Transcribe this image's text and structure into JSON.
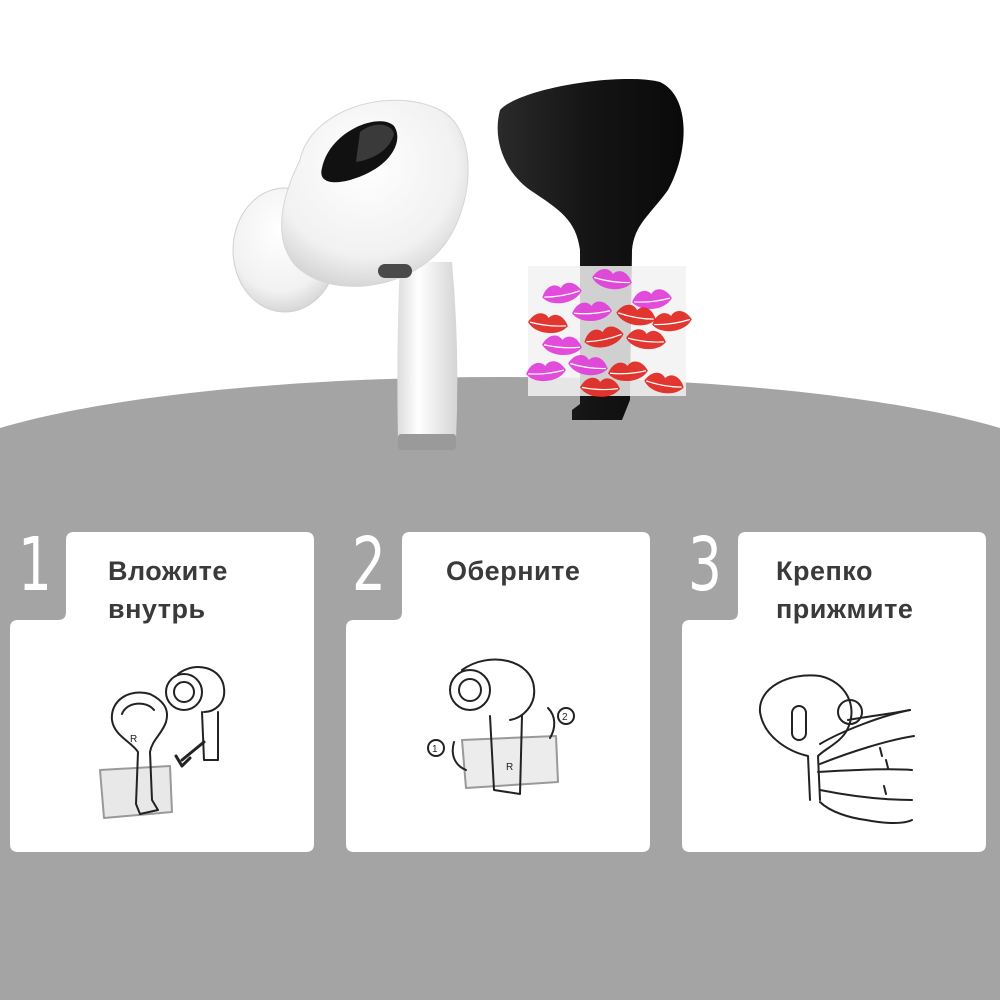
{
  "colors": {
    "background_gray": "#a4a4a4",
    "card_white": "#ffffff",
    "title_text": "#3a3a3a",
    "earbud_black": "#161616",
    "sticker_red": "#e0221c",
    "sticker_pink": "#e03ad8"
  },
  "hero": {
    "left_item": "white-earbud",
    "right_item": "black-earbud-skin-with-lips-sticker"
  },
  "steps": [
    {
      "number": "1",
      "line1": "Вложите",
      "line2": "внутрь",
      "icon": "insert-earbud-icon"
    },
    {
      "number": "2",
      "line1": "Оберните",
      "line2": "",
      "icon": "wrap-earbud-icon"
    },
    {
      "number": "3",
      "line1": "Крепко",
      "line2": "прижмите",
      "icon": "press-earbud-icon"
    }
  ],
  "step2_markers": [
    "1",
    "2"
  ],
  "step_r_mark": "R"
}
